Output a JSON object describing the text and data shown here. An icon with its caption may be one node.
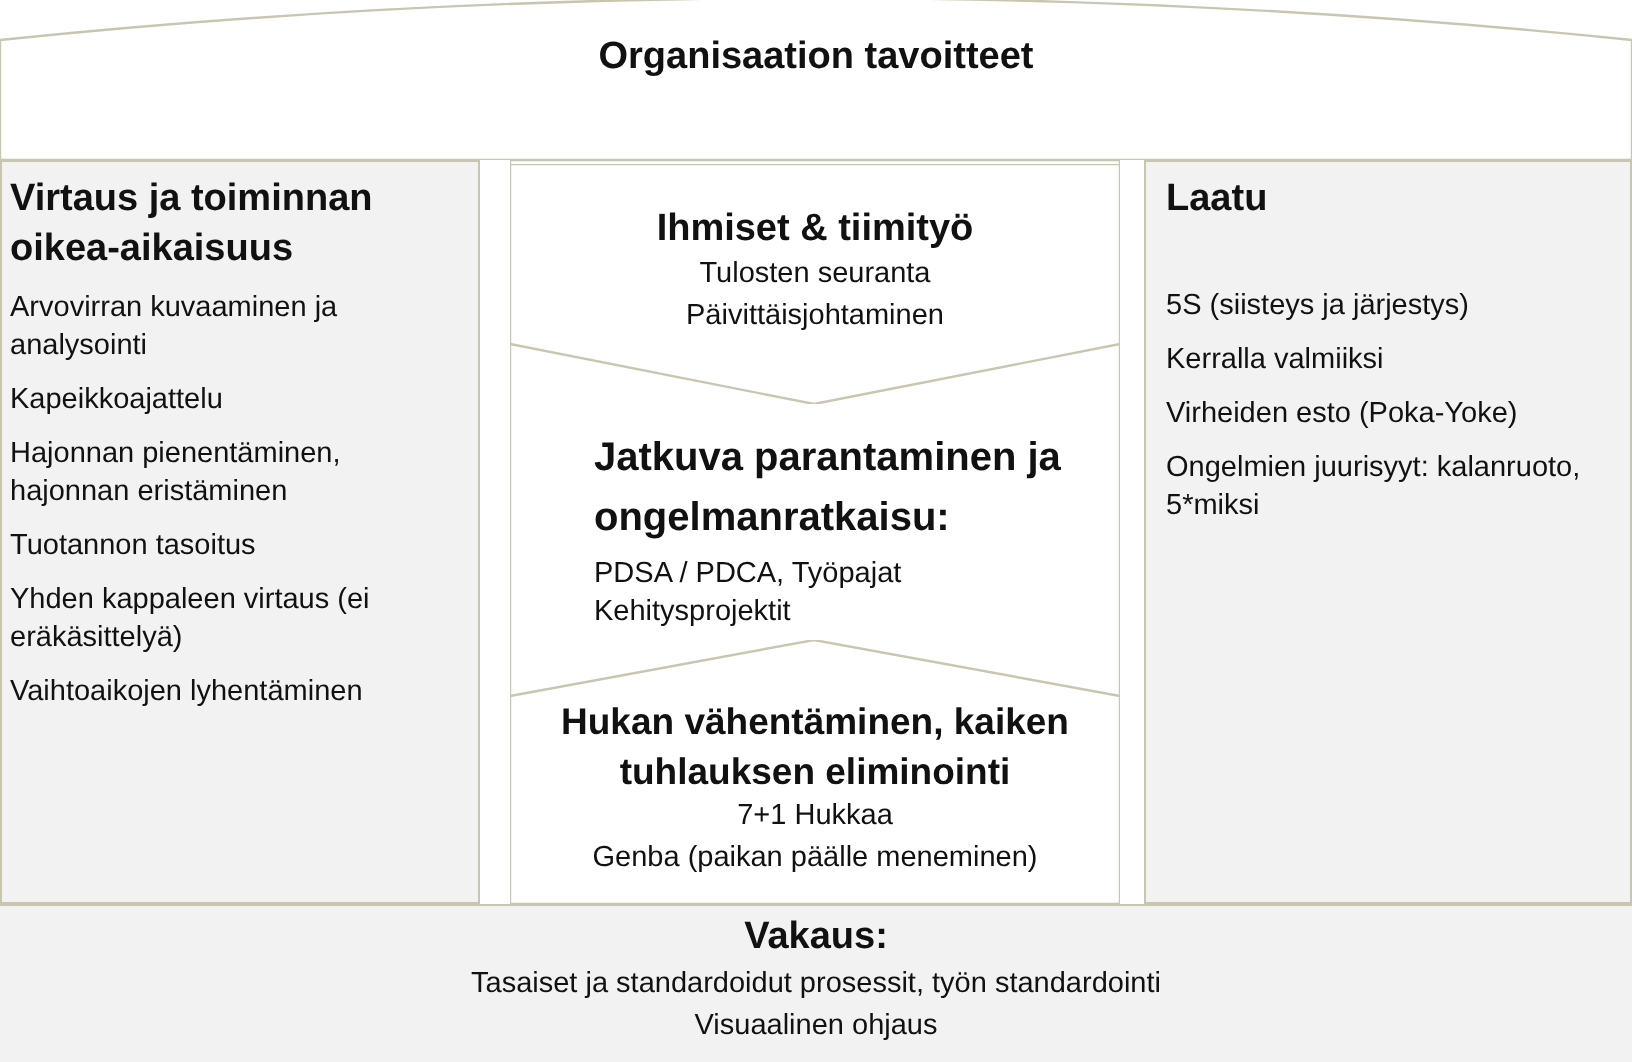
{
  "diagram": {
    "nodes": [
      {
        "text": [
          "Organisaation tavoitteet"
        ]
      },
      {
        "text": [
          "Virtaus ja toiminnan oikea-aikaisuus",
          "Arvovirran kuvaaminen ja analysointi",
          "Kapeikkoajattelu",
          "Hajonnan pienentäminen, hajonnan eristäminen",
          "Tuotannon tasoitus",
          "Yhden kappaleen virtaus (ei eräkäsittelyä)",
          "Vaihtoaikojen lyhentäminen"
        ]
      },
      {
        "text": [
          "Jatkuva parantaminen ja ongelmanratkaisu:",
          "PDSA / PDCA, Työpajat",
          "Kehitysprojektit"
        ]
      },
      {
        "text": [
          "Ihmiset & tiimityö",
          "Tulosten seuranta",
          "Päivittäisjohtaminen"
        ],
        "in": 2
      },
      {
        "text": [
          "Hukan vähentäminen, kaiken tuhlauksen eliminointi",
          "7+1 Hukkaa",
          "Genba (paikan päälle meneminen)"
        ],
        "in": 2
      },
      {
        "text": [
          "Laatu",
          "5S (siisteys ja järjestys)",
          "Kerralla valmiiksi",
          "Virheiden esto (Poka-Yoke)",
          "Ongelmien juurisyyt: kalanruoto, 5*miksi"
        ]
      },
      {
        "text": [
          "Vakaus:",
          "Tasaiset ja standardoidut prosessit, työn standardointi",
          "Visuaalinen ohjaus"
        ]
      }
    ],
    "edges": []
  }
}
